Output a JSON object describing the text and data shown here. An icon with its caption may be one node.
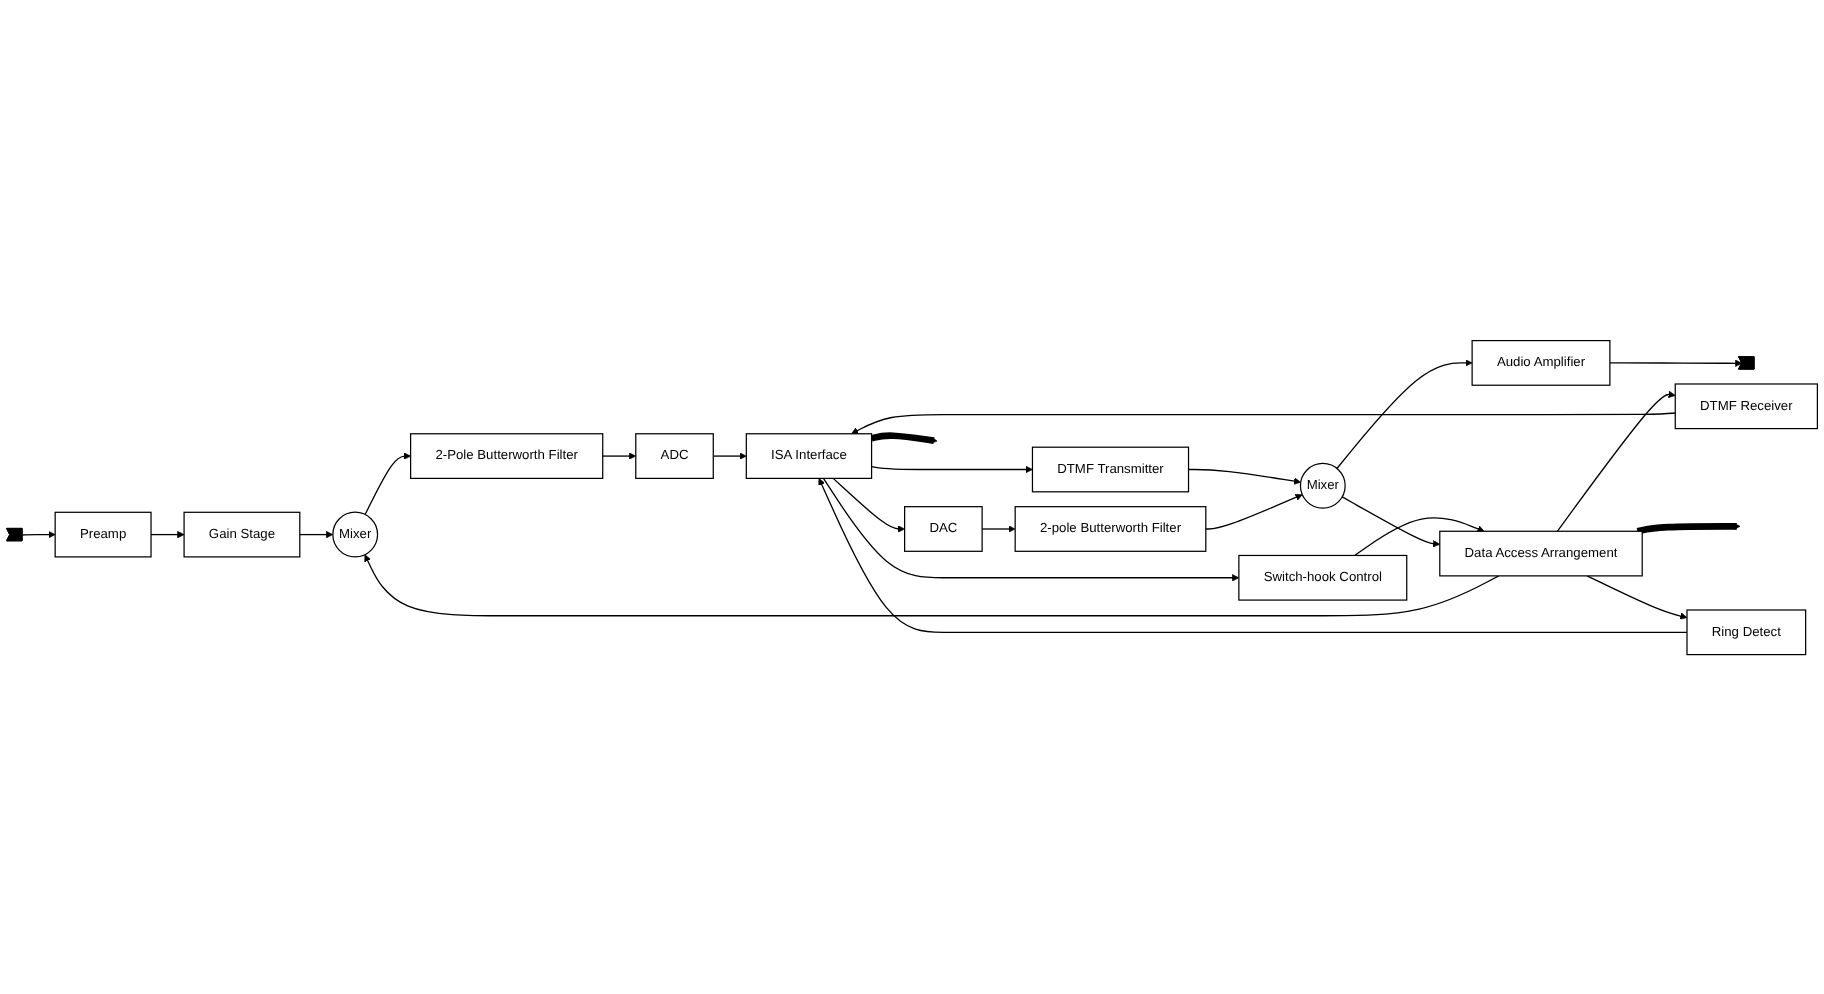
{
  "diagram": {
    "nodes": [
      {
        "text": [
          "Gain Stage"
        ]
      },
      {
        "text": [
          "Preamp"
        ]
      },
      {
        "text": [],
        "shape": "arrow"
      },
      {
        "text": [
          "Mixer"
        ]
      },
      {
        "text": [
          "2-Pole Butterworth Filter"
        ]
      },
      {
        "text": [
          "ADC"
        ]
      },
      {
        "text": [
          "ISA Interface"
        ]
      },
      {
        "text": [
          "Data Access Arrangement"
        ]
      },
      {
        "text": [
          "Ring Detect"
        ]
      },
      {
        "text": [
          "DTMF Receiver"
        ]
      },
      {
        "text": [
          "Switch-hook Control"
        ]
      },
      {
        "text": [
          "DTMF Transmitter"
        ]
      },
      {
        "text": [
          "DAC"
        ]
      },
      {
        "text": [
          "2-pole Butterworth Filter"
        ]
      },
      {
        "text": [
          "Mixer"
        ]
      },
      {
        "text": [
          "Audio Amplifier"
        ]
      },
      {
        "text": [],
        "shape": "arrow"
      }
    ],
    "edges": [
      {
        "from": 1,
        "to": 0,
        "arrow": "to"
      },
      {
        "from": 2,
        "to": 1,
        "arrow": "to"
      },
      {
        "from": 0,
        "to": 3,
        "arrow": "to"
      },
      {
        "from": 7,
        "to": 3,
        "arrow": "to"
      },
      {
        "from": 3,
        "to": 4,
        "arrow": "to"
      },
      {
        "from": 4,
        "to": 5,
        "arrow": "to"
      },
      {
        "from": 5,
        "to": 6,
        "arrow": "to"
      },
      {
        "from": 7,
        "to": 8,
        "arrow": "to"
      },
      {
        "from": 8,
        "to": 6,
        "arrow": "to"
      },
      {
        "from": 7,
        "to": 9,
        "arrow": "to"
      },
      {
        "from": 9,
        "to": 6,
        "arrow": "to"
      },
      {
        "from": 6,
        "to": 10,
        "arrow": "to"
      },
      {
        "from": 10,
        "to": 7,
        "arrow": "to"
      },
      {
        "from": 6,
        "to": 11,
        "arrow": "to"
      },
      {
        "from": 11,
        "to": 14,
        "arrow": "to"
      },
      {
        "from": 6,
        "to": 12,
        "arrow": "to"
      },
      {
        "from": 12,
        "to": 13,
        "arrow": "to"
      },
      {
        "from": 13,
        "to": 14,
        "arrow": "to"
      },
      {
        "from": 14,
        "to": 7,
        "arrow": "to"
      },
      {
        "from": 14,
        "to": 15,
        "arrow": "to"
      },
      {
        "from": 15,
        "to": 16,
        "arrow": "to"
      },
      {
        "from": 6,
        "to": null,
        "arrow": "to",
        "style": "thick"
      },
      {
        "from": 7,
        "to": null,
        "arrow": "to",
        "style": "thick"
      }
    ]
  }
}
